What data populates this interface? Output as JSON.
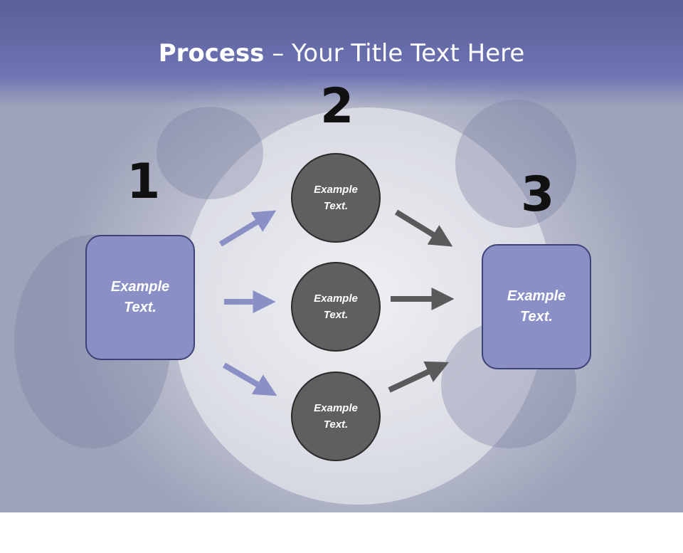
{
  "title": {
    "bold": "Process",
    "rest": " – Your Title Text Here"
  },
  "numbers": [
    "1",
    "2",
    "3"
  ],
  "left_box": {
    "text": "Example Text."
  },
  "right_box": {
    "text": "Example Text."
  },
  "circles": [
    {
      "text": "Example Text."
    },
    {
      "text": "Example Text."
    },
    {
      "text": "Example Text."
    }
  ],
  "colors": {
    "box_fill": "#8a90c6",
    "arrow_blue": "#8a90c6",
    "arrow_gray": "#5a5a5a",
    "circle_fill": "#5f5f5f"
  }
}
